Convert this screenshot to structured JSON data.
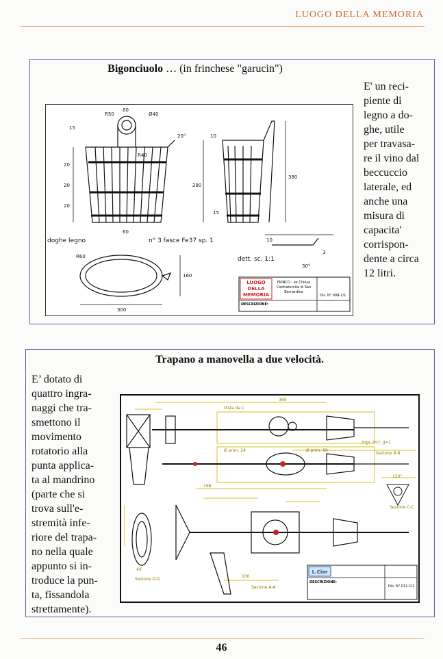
{
  "header": {
    "section_title": "LUOGO DELLA MEMORIA"
  },
  "article1": {
    "title_bold": "Bigonciuolo",
    "title_rest": " … (in frinchese \"garucin\")",
    "text_lines": [
      "E' un reci-",
      "piente di",
      "legno a do-",
      "ghe, utile",
      "per travasa-",
      "re il vino dal",
      "beccuccio",
      "laterale, ed",
      "anche una",
      "misura di",
      "capacita'",
      "corrispon-",
      "dente a circa",
      "12 litri."
    ],
    "drawing": {
      "dims": [
        "80",
        "R50",
        "Ø40",
        "R40",
        "20°",
        "10",
        "15",
        "20",
        "20",
        "20",
        "60",
        "280",
        "15",
        "380",
        "10",
        "3",
        "R60",
        "160",
        "300"
      ],
      "labels": {
        "staves": "doghe legno",
        "hoops": "n° 3 fasce Fe37 sp. 1",
        "detail": "dett. sc. 1:1",
        "detail_angle": "30°"
      },
      "titleblock": {
        "logo": [
          "LUOGO",
          "DELLA",
          "MEMORIA"
        ],
        "org": [
          "FRINCO - ex Chiesa",
          "Confraternita di San",
          "Bernardino"
        ],
        "desc_label": "DESCRIZIONE:",
        "code": "Dis. N° 009-1/1"
      }
    }
  },
  "article2": {
    "title": "Trapano a manovella a due velocità.",
    "text_lines": [
      "E’ dotato di",
      "quattro ingra-",
      "naggi che tra-",
      "smettono il",
      "movimento",
      "rotatorio alla",
      "punta applica-",
      "ta al mandrino",
      "(parte che si",
      "trova sull'e-",
      "stremità infe-",
      "riore del trapa-",
      "no nella quale",
      "appunto si in-",
      "troduce la pun-",
      "ta, fissandola",
      "strettamente)."
    ],
    "drawing": {
      "labels": {
        "top_view": "Vista da C",
        "gear1": "Ø prim. 24",
        "gear2": "Ø prim. 88",
        "speed": "Ingr. Incr. g=1",
        "sec_b": "Sezione B-B",
        "sec_c": "Sezione C-C",
        "sec_d": "Sezione D-D",
        "sec_a": "Sezione A-A",
        "dim_360": "360",
        "dim_198": "198",
        "dim_40": "40",
        "dim_100": "100",
        "angle": "120°"
      },
      "titleblock": {
        "logo": "L.Ciar",
        "desc_label": "DESCRIZIONE:",
        "code": "Dis. N° 011-1/1"
      }
    }
  },
  "footer": {
    "page_number": "46"
  },
  "colors": {
    "accent": "#c96a3c",
    "frame": "#5a5ea8",
    "cad_yellow": "#d8c21a",
    "cad_bg": "#ffffff"
  }
}
